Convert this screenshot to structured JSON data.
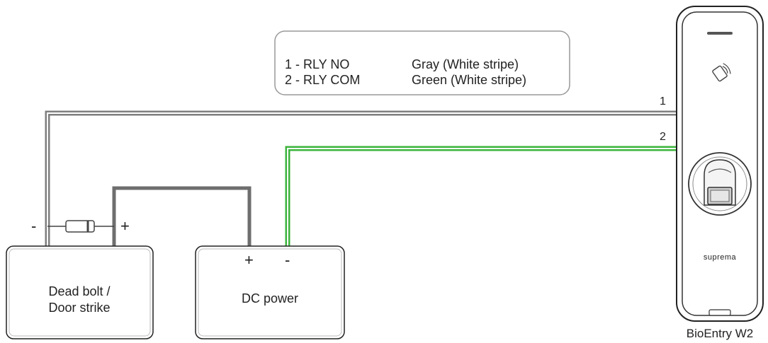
{
  "legend": {
    "rows": [
      {
        "pin": "1 - RLY NO",
        "color": "Gray (White stripe)"
      },
      {
        "pin": "2 - RLY COM",
        "color": "Green (White stripe)"
      }
    ]
  },
  "wires": {
    "wire1_label": "1",
    "wire2_label": "2",
    "wire1_color": "#7f7f7f",
    "wire2_color": "#3cb43c",
    "power_wire_color": "#6e6e6e"
  },
  "deadbolt": {
    "name": "Dead bolt /\nDoor strike",
    "line1": "Dead bolt /",
    "line2": "Door strike",
    "minus": "-",
    "plus": "+"
  },
  "dc_power": {
    "name": "DC power",
    "plus": "+",
    "minus": "-"
  },
  "device": {
    "brand": "suprema",
    "name": "BioEntry W2"
  }
}
